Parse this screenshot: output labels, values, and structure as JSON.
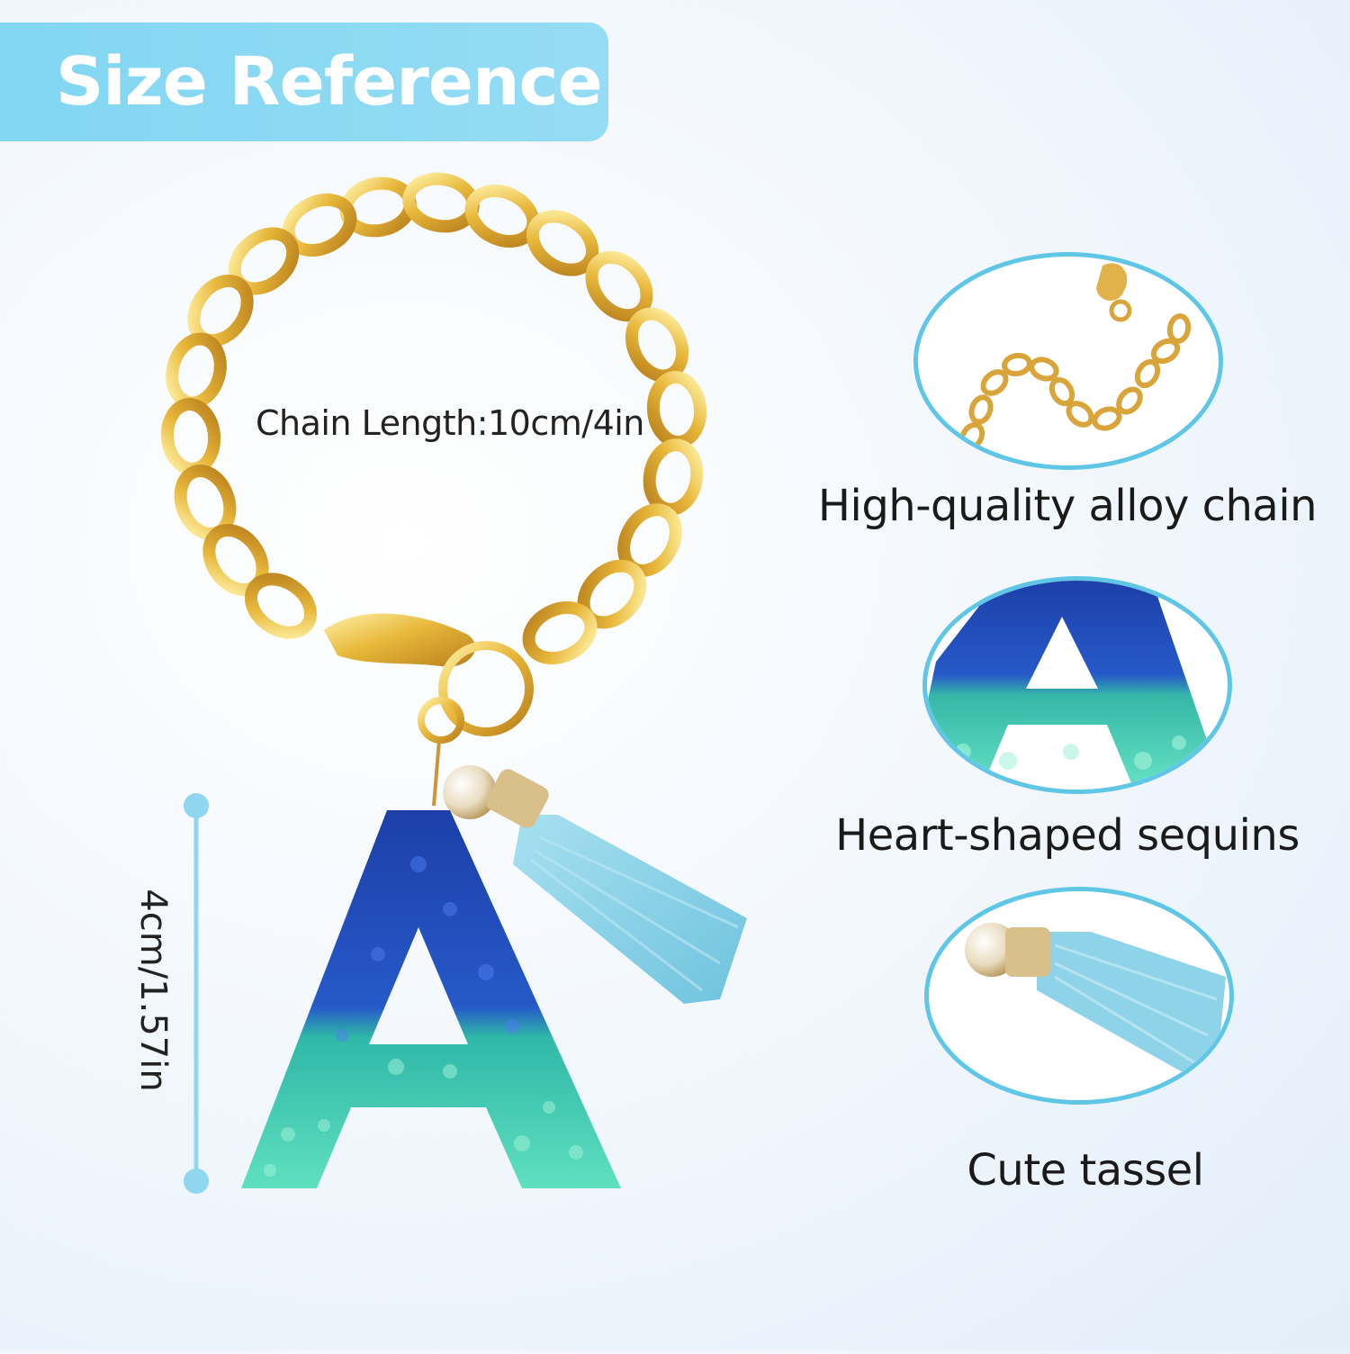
{
  "banner": {
    "title": "Size Reference"
  },
  "product": {
    "chain_length_label": "Chain Length:10cm/4in",
    "height_label": "4cm/1.57in"
  },
  "details": [
    {
      "caption": "High-quality alloy chain",
      "icon": "chain-detail-icon"
    },
    {
      "caption": "Heart-shaped sequins",
      "icon": "sequin-letter-icon"
    },
    {
      "caption": "Cute tassel",
      "icon": "tassel-icon"
    }
  ],
  "colors": {
    "banner": "#82d6f2",
    "gold": "#e6b83a",
    "circle_border": "#5fc6e6",
    "sequin_blue": "#1f49b8",
    "sequin_green": "#3fd0a8",
    "tassel": "#8fd3e8",
    "measure_line": "#8fd6f0"
  }
}
